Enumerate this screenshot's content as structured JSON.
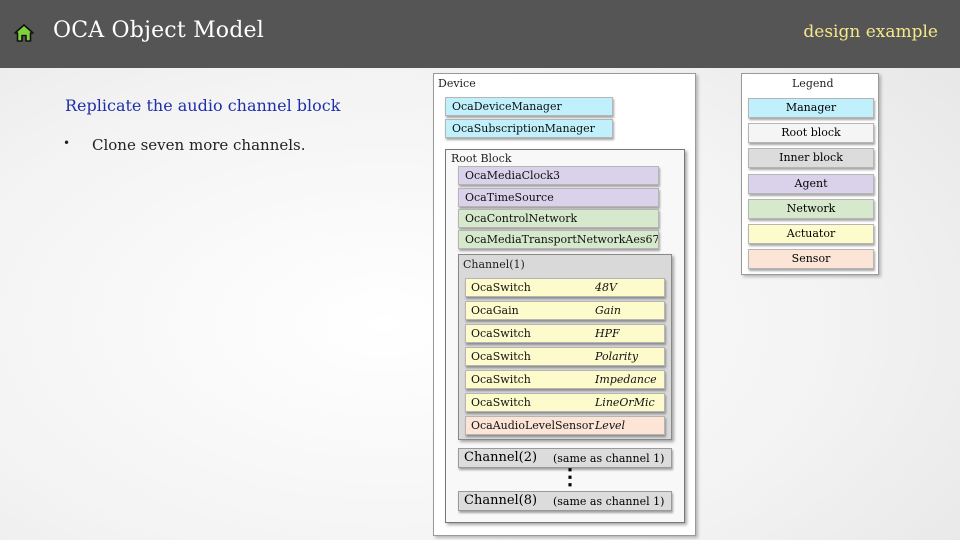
{
  "header": {
    "title": "OCA Object Model",
    "badge": "design example"
  },
  "content": {
    "subhead": "Replicate the audio channel block",
    "bullets": [
      "Clone seven more channels."
    ]
  },
  "diagram": {
    "device_label": "Device",
    "managers": [
      "OcaDeviceManager",
      "OcaSubscriptionManager"
    ],
    "root_block_label": "Root Block",
    "agents": [
      "OcaMediaClock3",
      "OcaTimeSource"
    ],
    "networks": [
      "OcaControlNetwork",
      "OcaMediaTransportNetworkAes67"
    ],
    "channel1": {
      "label": "Channel(1)",
      "workers": [
        {
          "object": "OcaSwitch",
          "param": "48V",
          "kind": "actuator"
        },
        {
          "object": "OcaGain",
          "param": "Gain",
          "kind": "actuator"
        },
        {
          "object": "OcaSwitch",
          "param": "HPF",
          "kind": "actuator"
        },
        {
          "object": "OcaSwitch",
          "param": "Polarity",
          "kind": "actuator"
        },
        {
          "object": "OcaSwitch",
          "param": "Impedance",
          "kind": "actuator"
        },
        {
          "object": "OcaSwitch",
          "param": "LineOrMic",
          "kind": "actuator"
        },
        {
          "object": "OcaAudioLevelSensor",
          "param": "Level",
          "kind": "sensor"
        }
      ]
    },
    "channel2": {
      "label": "Channel(2)",
      "note": "(same as channel 1)"
    },
    "channel8": {
      "label": "Channel(8)",
      "note": "(same as channel 1)"
    },
    "ellipsis": "⋮"
  },
  "legend": {
    "label": "Legend",
    "items": [
      {
        "label": "Manager",
        "color": "#bff0fb"
      },
      {
        "label": "Root block",
        "color": "#f5f5f5"
      },
      {
        "label": "Inner block",
        "color": "#dcdcdc"
      },
      {
        "label": "Agent",
        "color": "#d9d2ea"
      },
      {
        "label": "Network",
        "color": "#d6e9cc"
      },
      {
        "label": "Actuator",
        "color": "#fdfbcc"
      },
      {
        "label": "Sensor",
        "color": "#fce4d7"
      }
    ]
  }
}
